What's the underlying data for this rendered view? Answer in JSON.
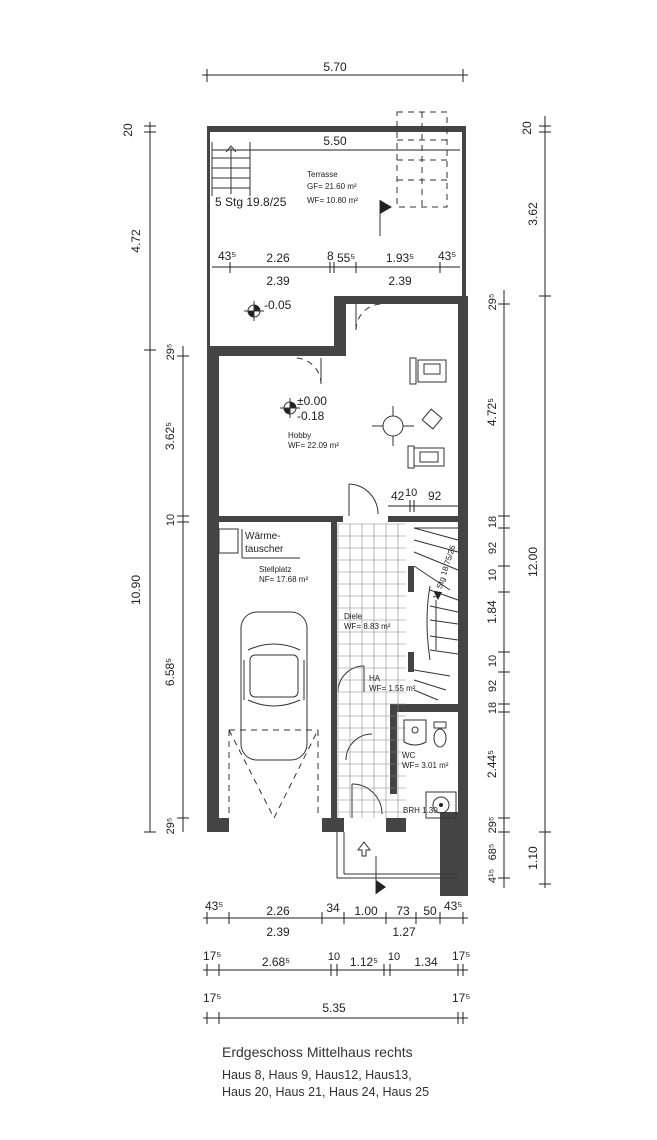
{
  "rooms": {
    "terrasse": {
      "name": "Terrasse",
      "gf": "GF= 21.60 m²",
      "wf": "WF= 10.80 m²"
    },
    "hobby": {
      "name": "Hobby",
      "wf": "WF= 22.09 m²",
      "level1": "±0.00",
      "level2": "-0.18"
    },
    "stellplatz": {
      "name": "Stellplatz",
      "nf": "NF= 17.68 m²"
    },
    "waermetauscher": {
      "line1": "Wärme-",
      "line2": "tauscher"
    },
    "diele": {
      "name": "Diele",
      "wf": "WF= 8.83 m²"
    },
    "ha": {
      "name": "HA",
      "wf": "WF= 1.55 m²"
    },
    "wc": {
      "name": "WC",
      "wf": "WF= 3.01 m²"
    },
    "brh": "BRH 1.30",
    "terrace_level": "-0.05",
    "stairs_top": "5 Stg 19.8/25",
    "stairs_main": "14 Stg 18.75/26"
  },
  "dims": {
    "top_total": "5.70",
    "top_inner": "5.50",
    "row1": [
      "43⁵",
      "2.26",
      "8",
      "55⁵",
      "1.93⁵",
      "43⁵"
    ],
    "row1b": [
      "2.39",
      "2.39"
    ],
    "door_row": [
      "42",
      "10",
      "92"
    ],
    "left_outer": [
      "4.72",
      "10.90"
    ],
    "left_top": "20",
    "left_inner": [
      "29⁵",
      "3.62⁵",
      "10",
      "6.58⁵",
      "29⁵"
    ],
    "right_top": "20",
    "right_a": "3.62",
    "right_b": "12.00",
    "right_c": "1.10",
    "right_inner": [
      "29⁵",
      "4.72⁵",
      "18",
      "92",
      "10",
      "1.84",
      "10",
      "92",
      "18",
      "2.44⁵",
      "29⁵",
      "68⁵",
      "4¹⁵"
    ],
    "bottom_row1": [
      "43⁵",
      "2.26",
      "34",
      "1.00",
      "73",
      "50",
      "43⁵"
    ],
    "bottom_row1b": [
      "2.39",
      "1.27"
    ],
    "bottom_row2": [
      "17⁵",
      "2.68⁵",
      "10",
      "1.12⁵",
      "10",
      "1.34",
      "17⁵"
    ],
    "bottom_row3": [
      "17⁵",
      "5.35",
      "17⁵"
    ]
  },
  "caption": {
    "title": "Erdgeschoss Mittelhaus rechts",
    "line1": "Haus  8, Haus  9, Haus12, Haus13,",
    "line2": "Haus 20, Haus 21, Haus 24, Haus 25"
  }
}
